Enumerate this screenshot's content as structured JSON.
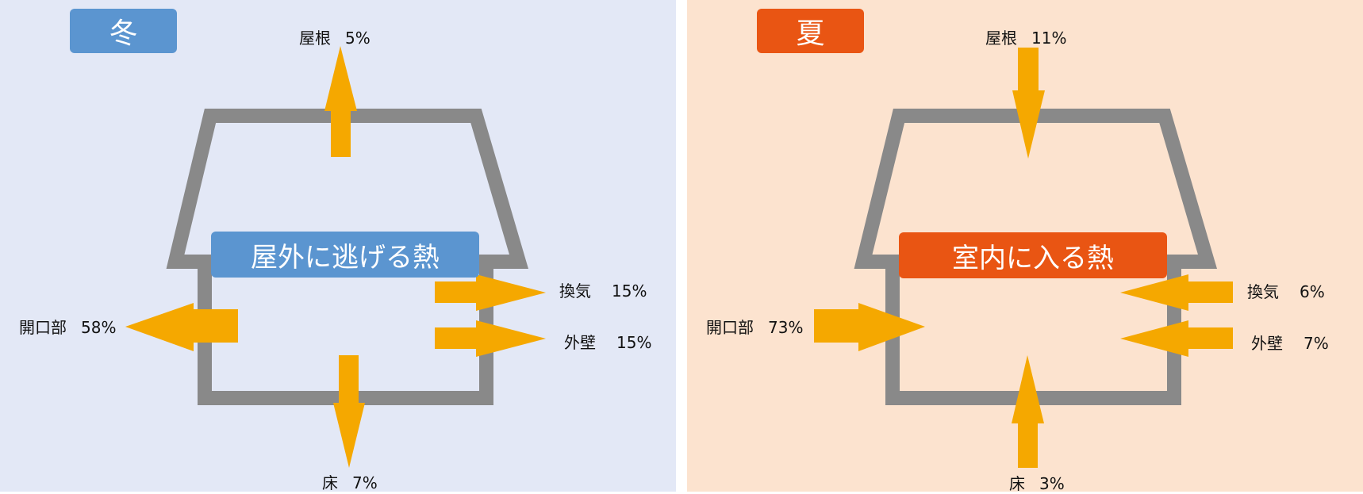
{
  "colors": {
    "winter_accent": "#5b95d0",
    "summer_accent": "#e95513",
    "arrow": "#f5a800",
    "house": "#898989",
    "winter_bg": "#e3e8f6",
    "summer_bg": "#fce3cf"
  },
  "winter": {
    "season": "冬",
    "title": "屋外に逃げる熱",
    "labels": {
      "roof": {
        "name": "屋根",
        "value": "5%"
      },
      "ventilation": {
        "name": "換気",
        "value": "15%"
      },
      "exterior_wall": {
        "name": "外壁",
        "value": "15%"
      },
      "opening": {
        "name": "開口部",
        "value": "58%"
      },
      "floor": {
        "name": "床",
        "value": "7%"
      }
    }
  },
  "summer": {
    "season": "夏",
    "title": "室内に入る熱",
    "labels": {
      "roof": {
        "name": "屋根",
        "value": "11%"
      },
      "ventilation": {
        "name": "換気",
        "value": "6%"
      },
      "exterior_wall": {
        "name": "外壁",
        "value": "7%"
      },
      "opening": {
        "name": "開口部",
        "value": "73%"
      },
      "floor": {
        "name": "床",
        "value": "3%"
      }
    }
  }
}
